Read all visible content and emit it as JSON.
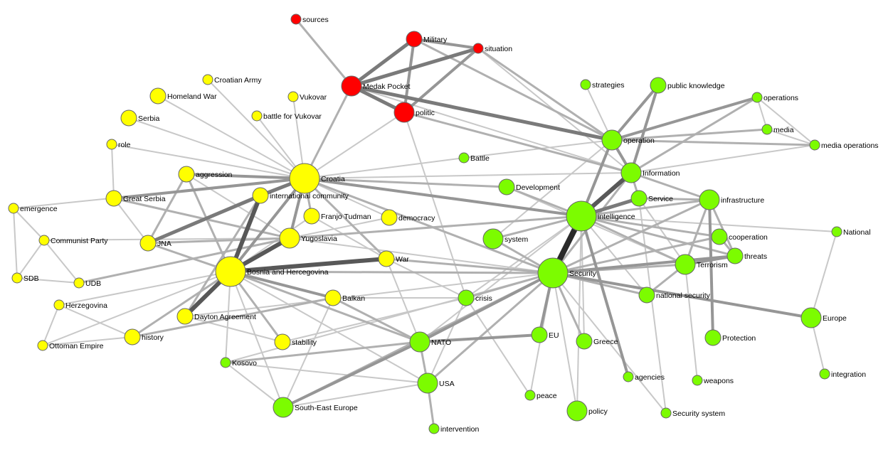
{
  "colors": {
    "red": "#ff0000",
    "yellow": "#ffff00",
    "green": "#7cfc00"
  },
  "nodes": [
    {
      "id": "sources",
      "label": "sources",
      "cluster": "red",
      "size": "small"
    },
    {
      "id": "military",
      "label": "Military",
      "cluster": "red",
      "size": "medium"
    },
    {
      "id": "situation",
      "label": "situation",
      "cluster": "red",
      "size": "small"
    },
    {
      "id": "medak_pocket",
      "label": "Medak Pocket",
      "cluster": "red",
      "size": "large"
    },
    {
      "id": "politic",
      "label": "politic",
      "cluster": "red",
      "size": "large"
    },
    {
      "id": "croatian_army",
      "label": "Croatian Army",
      "cluster": "yellow",
      "size": "small"
    },
    {
      "id": "homeland_war",
      "label": "Homeland War",
      "cluster": "yellow",
      "size": "medium"
    },
    {
      "id": "vukovar",
      "label": "Vukovar",
      "cluster": "yellow",
      "size": "small"
    },
    {
      "id": "battle_for_vukovar",
      "label": "battle for Vukovar",
      "cluster": "yellow",
      "size": "small"
    },
    {
      "id": "serbia",
      "label": "Serbia",
      "cluster": "yellow",
      "size": "medium"
    },
    {
      "id": "role",
      "label": "role",
      "cluster": "yellow",
      "size": "small"
    },
    {
      "id": "aggression",
      "label": "aggression",
      "cluster": "yellow",
      "size": "medium"
    },
    {
      "id": "croatia",
      "label": "Croatia",
      "cluster": "yellow",
      "size": "xlarge"
    },
    {
      "id": "great_serbia",
      "label": "Great Serbia",
      "cluster": "yellow",
      "size": "medium"
    },
    {
      "id": "international_community",
      "label": "international community",
      "cluster": "yellow",
      "size": "medium"
    },
    {
      "id": "emergence",
      "label": "emergence",
      "cluster": "yellow",
      "size": "small"
    },
    {
      "id": "franjo_tudman",
      "label": "Franjo Tudman",
      "cluster": "yellow",
      "size": "medium"
    },
    {
      "id": "democracy",
      "label": "democracy",
      "cluster": "yellow",
      "size": "medium"
    },
    {
      "id": "communist_party",
      "label": "Communist Party",
      "cluster": "yellow",
      "size": "small"
    },
    {
      "id": "jna",
      "label": "JNA",
      "cluster": "yellow",
      "size": "medium"
    },
    {
      "id": "yugoslavia",
      "label": "Yugoslavia",
      "cluster": "yellow",
      "size": "large"
    },
    {
      "id": "war",
      "label": "War",
      "cluster": "yellow",
      "size": "medium"
    },
    {
      "id": "sdb",
      "label": "SDB",
      "cluster": "yellow",
      "size": "small"
    },
    {
      "id": "udb",
      "label": "UDB",
      "cluster": "yellow",
      "size": "small"
    },
    {
      "id": "bosnia",
      "label": "Bosnia and Hercegovina",
      "cluster": "yellow",
      "size": "xlarge"
    },
    {
      "id": "herzegovina",
      "label": "Herzegovina",
      "cluster": "yellow",
      "size": "small"
    },
    {
      "id": "balkan",
      "label": "Balkan",
      "cluster": "yellow",
      "size": "medium"
    },
    {
      "id": "dayton",
      "label": "Dayton Agreement",
      "cluster": "yellow",
      "size": "medium"
    },
    {
      "id": "history",
      "label": "history",
      "cluster": "yellow",
      "size": "medium"
    },
    {
      "id": "ottoman",
      "label": "Ottoman Empire",
      "cluster": "yellow",
      "size": "small"
    },
    {
      "id": "stability",
      "label": "stability",
      "cluster": "yellow",
      "size": "medium"
    },
    {
      "id": "strategies",
      "label": "strategies",
      "cluster": "green",
      "size": "small"
    },
    {
      "id": "public_knowledge",
      "label": "public knowledge",
      "cluster": "green",
      "size": "medium"
    },
    {
      "id": "operations",
      "label": "operations",
      "cluster": "green",
      "size": "small"
    },
    {
      "id": "media",
      "label": "media",
      "cluster": "green",
      "size": "small"
    },
    {
      "id": "media_operations",
      "label": "media operations",
      "cluster": "green",
      "size": "small"
    },
    {
      "id": "operation",
      "label": "operation",
      "cluster": "green",
      "size": "large"
    },
    {
      "id": "battle",
      "label": "Battle",
      "cluster": "green",
      "size": "small"
    },
    {
      "id": "information",
      "label": "Information",
      "cluster": "green",
      "size": "large"
    },
    {
      "id": "development",
      "label": "Development",
      "cluster": "green",
      "size": "medium"
    },
    {
      "id": "service",
      "label": "Service",
      "cluster": "green",
      "size": "medium"
    },
    {
      "id": "infrastructure",
      "label": "infrastructure",
      "cluster": "green",
      "size": "large"
    },
    {
      "id": "intelligence",
      "label": "intelligence",
      "cluster": "green",
      "size": "xlarge"
    },
    {
      "id": "national",
      "label": "National",
      "cluster": "green",
      "size": "small"
    },
    {
      "id": "cooperation",
      "label": "cooperation",
      "cluster": "green",
      "size": "medium"
    },
    {
      "id": "system",
      "label": "system",
      "cluster": "green",
      "size": "large"
    },
    {
      "id": "threats",
      "label": "threats",
      "cluster": "green",
      "size": "medium"
    },
    {
      "id": "terrorism",
      "label": "Terrorism",
      "cluster": "green",
      "size": "large"
    },
    {
      "id": "security",
      "label": "Security",
      "cluster": "green",
      "size": "xlarge"
    },
    {
      "id": "national_security",
      "label": "national security",
      "cluster": "green",
      "size": "medium"
    },
    {
      "id": "crisis",
      "label": "crisis",
      "cluster": "green",
      "size": "medium"
    },
    {
      "id": "europe",
      "label": "Europe",
      "cluster": "green",
      "size": "large"
    },
    {
      "id": "eu",
      "label": "EU",
      "cluster": "green",
      "size": "medium"
    },
    {
      "id": "nato",
      "label": "NATO",
      "cluster": "green",
      "size": "large"
    },
    {
      "id": "greece",
      "label": "Greece",
      "cluster": "green",
      "size": "medium"
    },
    {
      "id": "protection",
      "label": "Protection",
      "cluster": "green",
      "size": "medium"
    },
    {
      "id": "kosovo",
      "label": "Kosovo",
      "cluster": "green",
      "size": "small"
    },
    {
      "id": "agencies",
      "label": "agencies",
      "cluster": "green",
      "size": "small"
    },
    {
      "id": "weapons",
      "label": "weapons",
      "cluster": "green",
      "size": "small"
    },
    {
      "id": "integration",
      "label": "integration",
      "cluster": "green",
      "size": "small"
    },
    {
      "id": "usa",
      "label": "USA",
      "cluster": "green",
      "size": "large"
    },
    {
      "id": "peace",
      "label": "peace",
      "cluster": "green",
      "size": "small"
    },
    {
      "id": "south_east_europe",
      "label": "South-East Europe",
      "cluster": "green",
      "size": "large"
    },
    {
      "id": "policy",
      "label": "policy",
      "cluster": "green",
      "size": "large"
    },
    {
      "id": "security_system",
      "label": "Security system",
      "cluster": "green",
      "size": "small"
    },
    {
      "id": "intervention",
      "label": "intervention",
      "cluster": "green",
      "size": "small"
    }
  ],
  "edges": [
    [
      "sources",
      "medak_pocket",
      2
    ],
    [
      "medak_pocket",
      "military",
      4
    ],
    [
      "medak_pocket",
      "situation",
      4
    ],
    [
      "medak_pocket",
      "politic",
      4
    ],
    [
      "military",
      "situation",
      3
    ],
    [
      "military",
      "politic",
      3
    ],
    [
      "situation",
      "politic",
      3
    ],
    [
      "military",
      "operation",
      2
    ],
    [
      "situation",
      "operation",
      2
    ],
    [
      "medak_pocket",
      "operation",
      4
    ],
    [
      "medak_pocket",
      "croatia",
      2
    ],
    [
      "politic",
      "information",
      2
    ],
    [
      "politic",
      "croatia",
      1
    ],
    [
      "politic",
      "crisis",
      1
    ],
    [
      "medak_pocket",
      "information",
      1
    ],
    [
      "situation",
      "information",
      1
    ],
    [
      "croatia",
      "international_community",
      4
    ],
    [
      "croatia",
      "yugoslavia",
      3
    ],
    [
      "croatia",
      "bosnia",
      3
    ],
    [
      "croatia",
      "aggression",
      3
    ],
    [
      "croatia",
      "great_serbia",
      3
    ],
    [
      "croatia",
      "jna",
      2
    ],
    [
      "croatia",
      "war",
      2
    ],
    [
      "croatia",
      "serbia",
      1
    ],
    [
      "croatia",
      "homeland_war",
      1
    ],
    [
      "croatia",
      "vukovar",
      1
    ],
    [
      "croatia",
      "croatian_army",
      1
    ],
    [
      "croatia",
      "battle_for_vukovar",
      1
    ],
    [
      "croatia",
      "role",
      1
    ],
    [
      "croatia",
      "franjo_tudman",
      2
    ],
    [
      "croatia",
      "intelligence",
      3
    ],
    [
      "croatia",
      "security",
      2
    ],
    [
      "croatia",
      "development",
      2
    ],
    [
      "croatia",
      "democracy",
      1
    ],
    [
      "croatia",
      "battle",
      1
    ],
    [
      "croatia",
      "information",
      1
    ],
    [
      "croatia",
      "emergence",
      1
    ],
    [
      "international_community",
      "bosnia",
      5
    ],
    [
      "international_community",
      "jna",
      4
    ],
    [
      "international_community",
      "dayton",
      2
    ],
    [
      "yugoslavia",
      "bosnia",
      5
    ],
    [
      "yugoslavia",
      "jna",
      2
    ],
    [
      "yugoslavia",
      "great_serbia",
      2
    ],
    [
      "yugoslavia",
      "udb",
      2
    ],
    [
      "yugoslavia",
      "communist_party",
      1
    ],
    [
      "yugoslavia",
      "aggression",
      1
    ],
    [
      "yugoslavia",
      "intelligence",
      2
    ],
    [
      "yugoslavia",
      "security",
      1
    ],
    [
      "aggression",
      "jna",
      2
    ],
    [
      "aggression",
      "bosnia",
      2
    ],
    [
      "great_serbia",
      "jna",
      1
    ],
    [
      "great_serbia",
      "role",
      1
    ],
    [
      "bosnia",
      "war",
      5
    ],
    [
      "bosnia",
      "dayton",
      5
    ],
    [
      "bosnia",
      "balkan",
      3
    ],
    [
      "bosnia",
      "stability",
      2
    ],
    [
      "bosnia",
      "history",
      2
    ],
    [
      "bosnia",
      "security",
      2
    ],
    [
      "bosnia",
      "nato",
      2
    ],
    [
      "bosnia",
      "south_east_europe",
      1
    ],
    [
      "bosnia",
      "herzegovina",
      1
    ],
    [
      "bosnia",
      "usa",
      1
    ],
    [
      "bosnia",
      "kosovo",
      1
    ],
    [
      "bosnia",
      "jna",
      2
    ],
    [
      "democracy",
      "yugoslavia",
      1
    ],
    [
      "franjo_tudman",
      "bosnia",
      1
    ],
    [
      "franjo_tudman",
      "war",
      1
    ],
    [
      "war",
      "security",
      2
    ],
    [
      "war",
      "nato",
      1
    ],
    [
      "war",
      "crisis",
      1
    ],
    [
      "balkan",
      "nato",
      2
    ],
    [
      "balkan",
      "history",
      2
    ],
    [
      "balkan",
      "south_east_europe",
      1
    ],
    [
      "balkan",
      "crisis",
      1
    ],
    [
      "dayton",
      "security",
      1
    ],
    [
      "dayton",
      "stability",
      1
    ],
    [
      "stability",
      "crisis",
      1
    ],
    [
      "communist_party",
      "sdb",
      1
    ],
    [
      "communist_party",
      "udb",
      1
    ],
    [
      "communist_party",
      "emergence",
      1
    ],
    [
      "sdb",
      "udb",
      1
    ],
    [
      "emergence",
      "sdb",
      1
    ],
    [
      "herzegovina",
      "ottoman",
      1
    ],
    [
      "herzegovina",
      "history",
      1
    ],
    [
      "ottoman",
      "history",
      1
    ],
    [
      "ottoman",
      "bosnia",
      1
    ],
    [
      "kosovo",
      "south_east_europe",
      1
    ],
    [
      "kosovo",
      "usa",
      1
    ],
    [
      "kosovo",
      "nato",
      2
    ],
    [
      "intelligence",
      "security",
      6
    ],
    [
      "intelligence",
      "information",
      5
    ],
    [
      "intelligence",
      "service",
      4
    ],
    [
      "intelligence",
      "operation",
      3
    ],
    [
      "intelligence",
      "development",
      2
    ],
    [
      "intelligence",
      "system",
      2
    ],
    [
      "intelligence",
      "terrorism",
      2
    ],
    [
      "intelligence",
      "cooperation",
      2
    ],
    [
      "intelligence",
      "infrastructure",
      2
    ],
    [
      "intelligence",
      "agencies",
      3
    ],
    [
      "intelligence",
      "national",
      1
    ],
    [
      "intelligence",
      "national_security",
      1
    ],
    [
      "intelligence",
      "threats",
      2
    ],
    [
      "intelligence",
      "crisis",
      1
    ],
    [
      "intelligence",
      "nato",
      1
    ],
    [
      "security",
      "terrorism",
      2
    ],
    [
      "security",
      "threats",
      3
    ],
    [
      "security",
      "national_security",
      2
    ],
    [
      "security",
      "eu",
      3
    ],
    [
      "security",
      "nato",
      3
    ],
    [
      "security",
      "crisis",
      2
    ],
    [
      "security",
      "greece",
      2
    ],
    [
      "security",
      "policy",
      1
    ],
    [
      "security",
      "europe",
      3
    ],
    [
      "security",
      "usa",
      2
    ],
    [
      "security",
      "south_east_europe",
      2
    ],
    [
      "security",
      "system",
      2
    ],
    [
      "security",
      "security_system",
      1
    ],
    [
      "security",
      "cooperation",
      2
    ],
    [
      "security",
      "infrastructure",
      2
    ],
    [
      "security",
      "peace",
      1
    ],
    [
      "security",
      "kosovo",
      1
    ],
    [
      "operation",
      "public_knowledge",
      3
    ],
    [
      "operation",
      "operations",
      3
    ],
    [
      "operation",
      "media",
      2
    ],
    [
      "operation",
      "media_operations",
      2
    ],
    [
      "operation",
      "strategies",
      1
    ],
    [
      "operation",
      "information",
      3
    ],
    [
      "operation",
      "system",
      1
    ],
    [
      "information",
      "public_knowledge",
      3
    ],
    [
      "information",
      "operations",
      2
    ],
    [
      "information",
      "media_operations",
      1
    ],
    [
      "information",
      "infrastructure",
      2
    ],
    [
      "information",
      "service",
      2
    ],
    [
      "information",
      "security",
      2
    ],
    [
      "operations",
      "media",
      1
    ],
    [
      "operations",
      "media_operations",
      1
    ],
    [
      "media",
      "media_operations",
      1
    ],
    [
      "service",
      "infrastructure",
      2
    ],
    [
      "service",
      "terrorism",
      1
    ],
    [
      "service",
      "security_system",
      1
    ],
    [
      "infrastructure",
      "protection",
      3
    ],
    [
      "infrastructure",
      "threats",
      2
    ],
    [
      "infrastructure",
      "terrorism",
      2
    ],
    [
      "terrorism",
      "threats",
      3
    ],
    [
      "terrorism",
      "national_security",
      2
    ],
    [
      "terrorism",
      "weapons",
      1
    ],
    [
      "threats",
      "cooperation",
      2
    ],
    [
      "national",
      "europe",
      1
    ],
    [
      "europe",
      "integration",
      1
    ],
    [
      "nato",
      "usa",
      2
    ],
    [
      "nato",
      "eu",
      3
    ],
    [
      "nato",
      "south_east_europe",
      3
    ],
    [
      "crisis",
      "usa",
      1
    ],
    [
      "crisis",
      "peace",
      1
    ],
    [
      "usa",
      "intervention",
      2
    ],
    [
      "usa",
      "south_east_europe",
      1
    ],
    [
      "development",
      "terrorism",
      1
    ],
    [
      "system",
      "intelligence",
      1
    ],
    [
      "battle",
      "operation",
      1
    ],
    [
      "greece",
      "intelligence",
      1
    ],
    [
      "policy",
      "intelligence",
      1
    ]
  ]
}
